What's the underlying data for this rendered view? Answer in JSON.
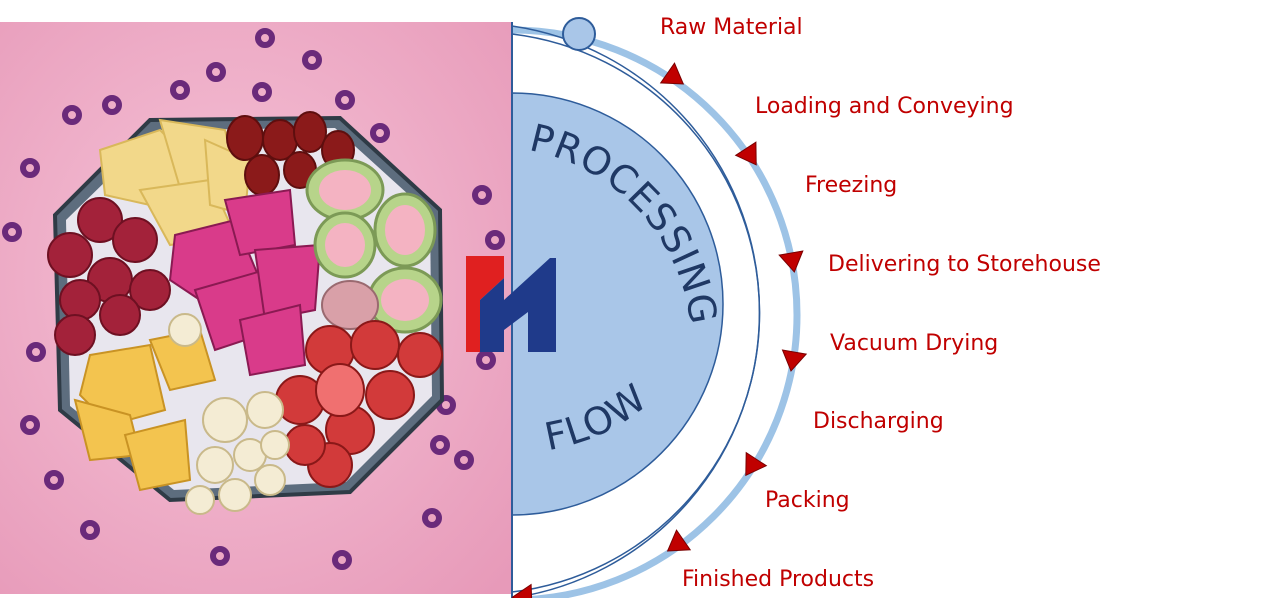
{
  "title_arc": [
    "PROCESSING",
    "FLOW"
  ],
  "steps": [
    "Raw Material",
    "Loading and Conveying",
    "Freezing",
    "Delivering to Storehouse",
    "Vacuum Drying",
    "Discharging",
    "Packing",
    "Finished Products"
  ],
  "colors": {
    "ring": "#9dc3e6",
    "ring_stroke": "#2e5c9a",
    "inner_fill": "#a9c6e8",
    "arrow": "#c00000",
    "label": "#c00000",
    "center_text": "#1f3864",
    "photo_bg": "#f0b3cc",
    "logo_red": "#e02020",
    "logo_blue": "#1f3a8a"
  },
  "photo": {
    "subject": "freeze-dried fruit platter on pink background"
  },
  "logo": {
    "icon": "company-logo-icon"
  }
}
